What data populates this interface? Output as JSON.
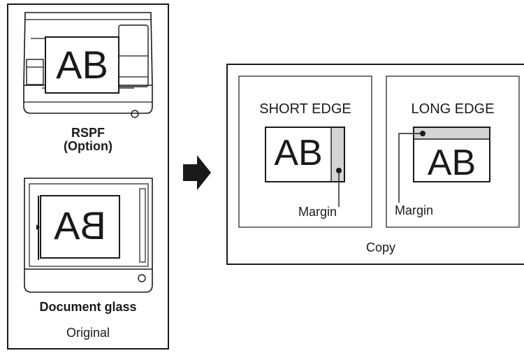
{
  "original": {
    "rspf_label_line1": "RSPF",
    "rspf_label_line2": "(Option)",
    "rspf_doc_text": "AB",
    "glass_doc_text": "BA",
    "glass_label": "Document glass",
    "caption": "Original"
  },
  "copy": {
    "short_edge": {
      "title": "SHORT EDGE",
      "doc_text": "AB",
      "margin_label": "Margin"
    },
    "long_edge": {
      "title": "LONG EDGE",
      "doc_text": "AB",
      "margin_label": "Margin"
    },
    "caption": "Copy"
  },
  "colors": {
    "outline": "#1a1a1a",
    "margin_fill": "#d4d4d4",
    "panel_bg": "#ffffff"
  }
}
